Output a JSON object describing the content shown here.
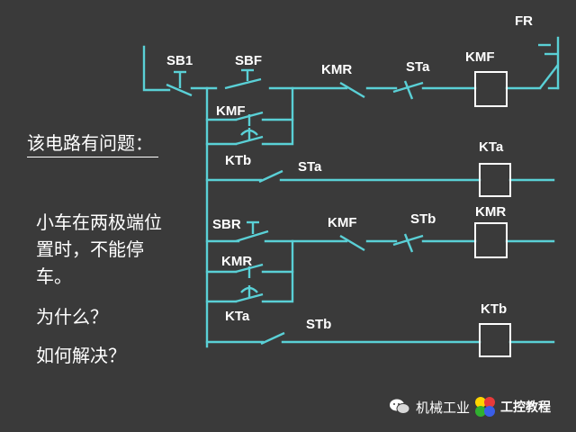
{
  "question": {
    "line1": "该电路有问题：",
    "line2": "小车在两极端位置时，不能停车。",
    "line3": "为什么？",
    "line4": "如何解决？"
  },
  "diagram": {
    "labels": {
      "fr": "FR",
      "sb1": "SB1",
      "sbf": "SBF",
      "kmr_nc_top": "KMR",
      "sta_nc_top": "STa",
      "kmf_coil": "KMF",
      "kmf_seal": "KMF",
      "ktb_contact": "KTb",
      "sta_no": "STa",
      "kta_coil": "KTa",
      "sbr": "SBR",
      "kmf_nc_bottom": "KMF",
      "stb_nc": "STb",
      "kmr_coil": "KMR",
      "kmr_seal": "KMR",
      "kta_contact": "KTa",
      "stb_no": "STb",
      "ktb_coil": "KTb"
    }
  },
  "watermark": {
    "account": "机械工业",
    "site_text": "工控教程"
  },
  "colors": {
    "background": "#3a3a3a",
    "wire": "#5ad0d6",
    "text": "#ffffff"
  }
}
